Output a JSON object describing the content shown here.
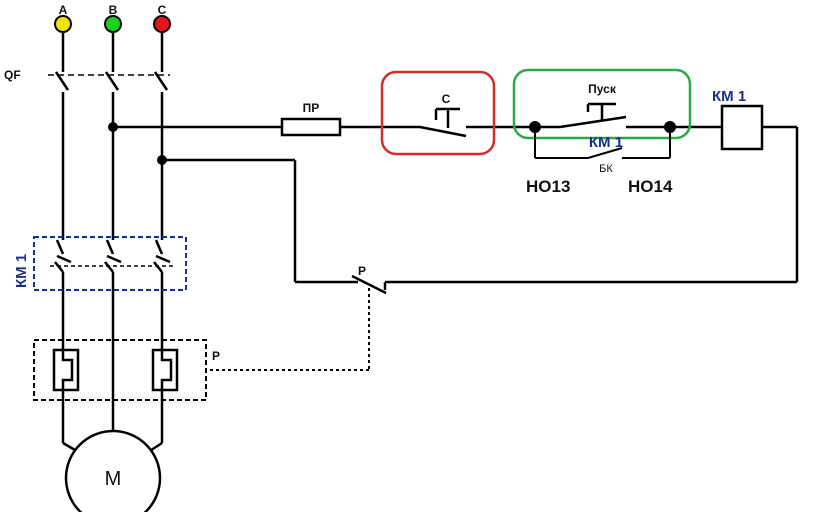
{
  "phases": [
    {
      "label": "A",
      "color": "#f2e400"
    },
    {
      "label": "B",
      "color": "#1fd11f"
    },
    {
      "label": "C",
      "color": "#e8141b"
    }
  ],
  "labels": {
    "qf": "QF",
    "fuse": "ПР",
    "stop": "С",
    "start": "Пуск",
    "km1_coil": "КМ 1",
    "km1_contacts": "КМ 1",
    "km1_aux": "КМ 1",
    "bk": "БК",
    "no13": "НО13",
    "no14": "НО14",
    "relay_contact": "Р",
    "relay_thermal": "Р",
    "motor": "М"
  },
  "highlight_colors": {
    "stop": "#d42b2b",
    "start": "#2aa84a"
  }
}
